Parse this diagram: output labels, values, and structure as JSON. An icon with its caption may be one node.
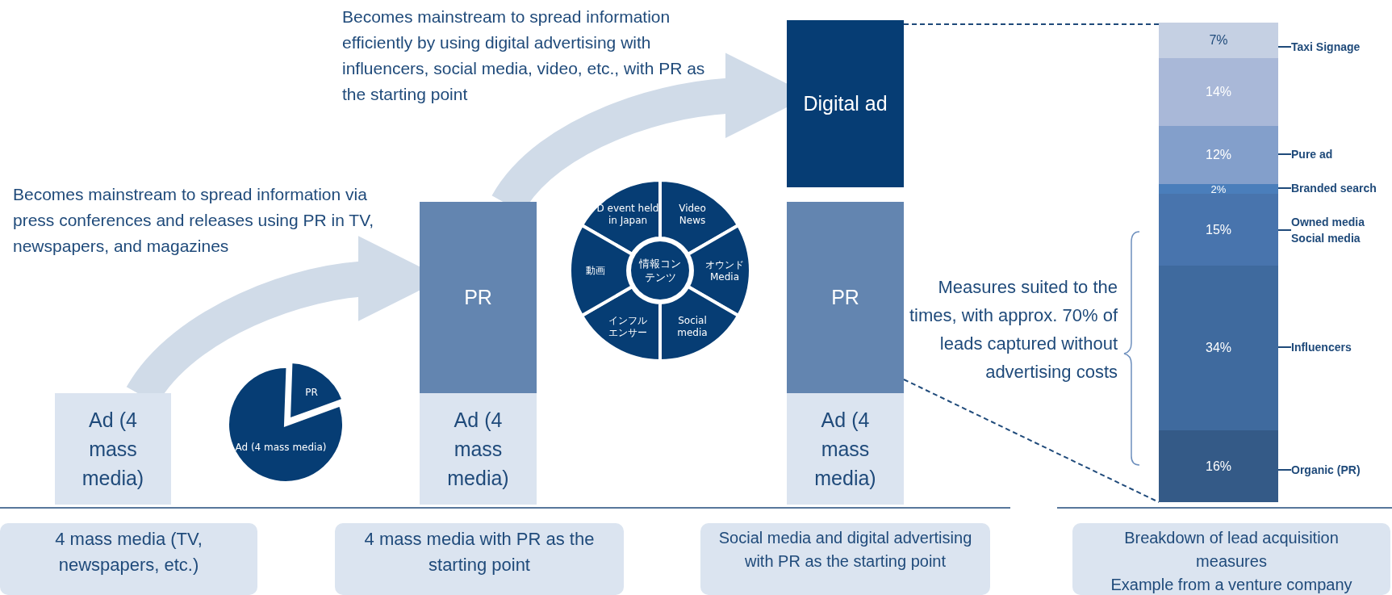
{
  "diagram": {
    "nodes": [
      {
        "text": [
          "Ad (4 mass media)"
        ]
      },
      {
        "text": [
          "PR"
        ]
      },
      {
        "text": [
          "Ad (4 mass media)"
        ]
      },
      {
        "text": [
          "PR"
        ]
      },
      {
        "text": [
          "Ad (4 mass media)"
        ]
      },
      {
        "text": [
          "情報コンテンツ"
        ]
      },
      {
        "text": [
          "D event held in Japan"
        ]
      },
      {
        "text": [
          "Video News"
        ]
      },
      {
        "text": [
          "オウンド Media"
        ]
      },
      {
        "text": [
          "Social media"
        ]
      },
      {
        "text": [
          "インフルエンサー"
        ]
      },
      {
        "text": [
          "動画"
        ]
      },
      {
        "text": [
          "Digital ad"
        ]
      },
      {
        "text": [
          "PR"
        ]
      },
      {
        "text": [
          "Ad (4 mass media)"
        ]
      },
      {
        "text": [],
        "shape": "bar"
      },
      {
        "text": [
          "7%"
        ],
        "in": 15
      },
      {
        "text": [
          "14%"
        ],
        "in": 15
      },
      {
        "text": [
          "12%"
        ],
        "in": 15
      },
      {
        "text": [
          "2%"
        ],
        "in": 15
      },
      {
        "text": [
          "15%"
        ],
        "in": 15
      },
      {
        "text": [
          "34%"
        ],
        "in": 15
      },
      {
        "text": [
          "16%"
        ],
        "in": 15
      },
      {
        "text": [
          "Taxi Signage"
        ]
      },
      {
        "text": [
          "Pure ad"
        ]
      },
      {
        "text": [
          "Branded search"
        ]
      },
      {
        "text": [
          "Owned media Social media"
        ]
      },
      {
        "text": [
          "Influencers"
        ]
      },
      {
        "text": [
          "Organic (PR)"
        ]
      },
      {
        "text": [
          "4 mass media (TV, newspapers, etc.)"
        ]
      },
      {
        "text": [
          "4 mass media with PR as the starting point"
        ]
      },
      {
        "text": [
          "Social media and digital advertising with PR as the starting point"
        ]
      },
      {
        "text": [
          "Breakdown of lead acquisition measures",
          "Example from a venture company"
        ]
      }
    ],
    "edges": [
      {
        "from": 0,
        "to": 1,
        "arrow": "to",
        "style": "thick",
        "color": "#d0dbe8"
      },
      {
        "from": 1,
        "to": 12,
        "arrow": "to",
        "style": "thick",
        "color": "#d0dbe8"
      },
      {
        "from": 12,
        "to": 15,
        "arrow": "none",
        "style": "dashed"
      },
      {
        "from": 3,
        "to": 15,
        "arrow": "none",
        "style": "dashed"
      },
      {
        "from": 23,
        "to": 16,
        "arrow": "none"
      },
      {
        "from": 24,
        "to": 18,
        "arrow": "none"
      },
      {
        "from": 25,
        "to": 19,
        "arrow": "none"
      },
      {
        "from": 26,
        "to": 20,
        "arrow": "none"
      },
      {
        "from": 27,
        "to": 21,
        "arrow": "none"
      },
      {
        "from": 28,
        "to": 22,
        "arrow": "none"
      }
    ],
    "labels": [
      "Becomes mainstream to spread information efficiently by using digital advertising with influencers, social media, video, etc., with PR as the starting point",
      "Becomes mainstream to spread information via press conferences and releases using PR in TV, newspapers, and magazines",
      "Measures suited to the times, with approx. 70% of leads captured without advertising costs"
    ]
  }
}
